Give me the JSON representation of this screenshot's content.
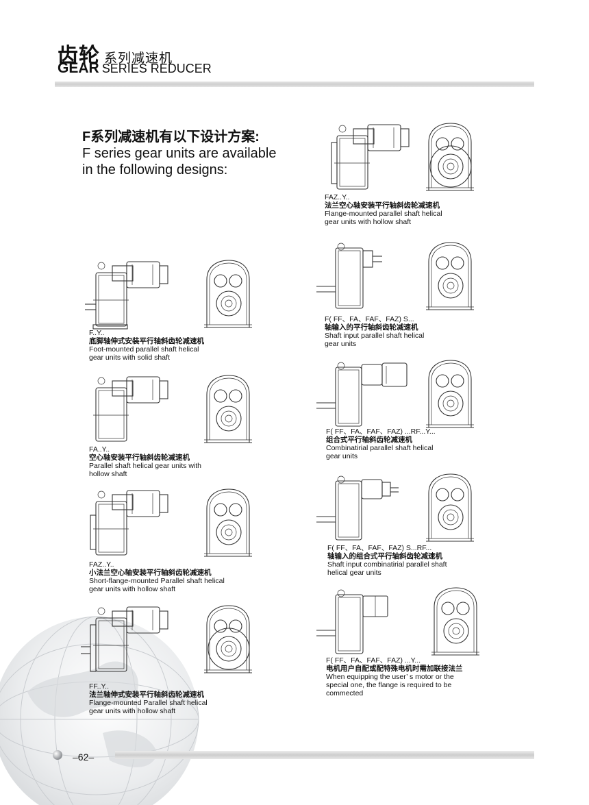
{
  "header": {
    "title_cn": "齿轮",
    "subtitle_cn": "系列减速机",
    "title_en": "GEAR",
    "subtitle_en": "SERIES REDUCER"
  },
  "intro": {
    "line1": "F系列减速机有以下设计方案:",
    "line2": "F series gear units are available",
    "line3": "in the following designs:"
  },
  "designs": [
    {
      "code": "F..Y..",
      "cn": "底脚轴伸式安装平行轴斜齿轮减速机",
      "en1": "Foot-mounted parallel shaft helical",
      "en2": "gear units with solid shaft",
      "en3": ""
    },
    {
      "code": "FA..Y..",
      "cn": "空心轴安装平行轴斜齿轮减速机",
      "en1": "Parallel shaft helical gear units with",
      "en2": "hollow shaft",
      "en3": ""
    },
    {
      "code": "FAZ..Y..",
      "cn": "小法兰空心轴安装平行轴斜齿轮减速机",
      "en1": "Short-flange-mounted Parallel shaft helical",
      "en2": "gear units with hollow shaft",
      "en3": ""
    },
    {
      "code": "FF..Y..",
      "cn": "法兰轴伸式安装平行轴斜齿轮减速机",
      "en1": "Flange-mounted Parallel shaft helical",
      "en2": "gear units with hollow shaft",
      "en3": ""
    },
    {
      "code": "FAZ..Y..",
      "cn": "法兰空心轴安装平行轴斜齿轮减速机",
      "en1": "Flange-mounted parallel shaft helical",
      "en2": "gear units with hollow shaft",
      "en3": ""
    },
    {
      "code": "F( FF、FA、FAF、FAZ) S...",
      "cn": "轴输入的平行轴斜齿轮减速机",
      "en1": "Shaft input  parallel shaft helical",
      "en2": "gear units",
      "en3": ""
    },
    {
      "code": "F( FF、FA、FAF、FAZ) ...RF...Y...",
      "cn": "组合式平行轴斜齿轮减速机",
      "en1": "Combinatirial  parallel shaft helical",
      "en2": "gear units",
      "en3": ""
    },
    {
      "code": "F( FF、FA、FAF、FAZ) S...RF...",
      "cn": "轴输入的组合式平行轴斜齿轮减速机",
      "en1": "Shaft input combinatirial  parallel shaft",
      "en2": "helical gear units",
      "en3": ""
    },
    {
      "code": "F( FF、FA、FAF、FAZ) ...Y...",
      "cn": "电机用户自配或配特殊电机时需加联接法兰",
      "en1": "When equipping the user’ s motor or the",
      "en2": "special one, the flange is required to be",
      "en3": "commected"
    }
  ],
  "footer": {
    "page_number": "–62–"
  }
}
